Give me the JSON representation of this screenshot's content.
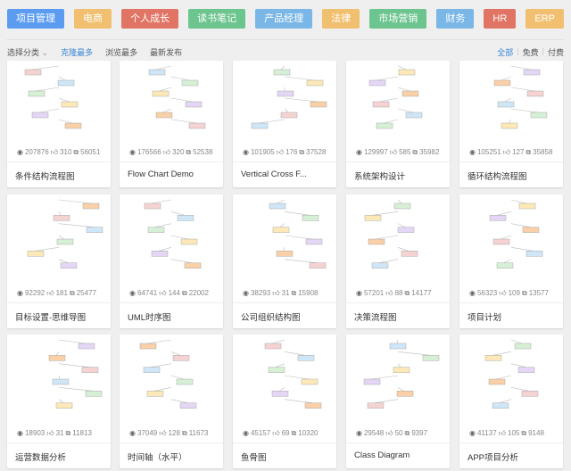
{
  "tags": [
    {
      "label": "项目管理",
      "color": "#5b9cf0"
    },
    {
      "label": "电商",
      "color": "#f0c070"
    },
    {
      "label": "个人成长",
      "color": "#e07565"
    },
    {
      "label": "读书笔记",
      "color": "#6cc48e"
    },
    {
      "label": "产品经理",
      "color": "#7ab6e6"
    },
    {
      "label": "法律",
      "color": "#f0c070"
    },
    {
      "label": "市场营销",
      "color": "#6cc48e"
    },
    {
      "label": "财务",
      "color": "#7ab6e6"
    },
    {
      "label": "HR",
      "color": "#e07565"
    },
    {
      "label": "ERP",
      "color": "#f0c070"
    }
  ],
  "filters": {
    "category": "选择分类",
    "sort": [
      "克隆最多",
      "浏览最多",
      "最新发布"
    ],
    "active_sort": "克隆最多",
    "price": [
      "全部",
      "免费",
      "付费"
    ],
    "active_price": "全部"
  },
  "icons": {
    "views": "eye-icon",
    "likes": "thumbs-up-icon",
    "clones": "copy-icon"
  },
  "cards": [
    {
      "title": "条件结构流程图",
      "views": "207876",
      "likes": "310",
      "clones": "56051"
    },
    {
      "title": "Flow Chart Demo",
      "views": "176566",
      "likes": "320",
      "clones": "52538"
    },
    {
      "title": "Vertical Cross F...",
      "views": "101905",
      "likes": "176",
      "clones": "37528"
    },
    {
      "title": "系统架构设计",
      "views": "129997",
      "likes": "585",
      "clones": "35982"
    },
    {
      "title": "循环结构流程图",
      "views": "105251",
      "likes": "127",
      "clones": "35858"
    },
    {
      "title": "目标设置-思维导图",
      "views": "92292",
      "likes": "181",
      "clones": "25477"
    },
    {
      "title": "UML时序图",
      "views": "64741",
      "likes": "144",
      "clones": "22002"
    },
    {
      "title": "公司组织结构图",
      "views": "38293",
      "likes": "31",
      "clones": "15908"
    },
    {
      "title": "决策流程图",
      "views": "57201",
      "likes": "88",
      "clones": "14177"
    },
    {
      "title": "项目计划",
      "views": "56323",
      "likes": "109",
      "clones": "13577"
    },
    {
      "title": "运营数据分析",
      "views": "18903",
      "likes": "31",
      "clones": "11813"
    },
    {
      "title": "时间轴（水平）",
      "views": "37049",
      "likes": "128",
      "clones": "11673"
    },
    {
      "title": "鱼骨图",
      "views": "45157",
      "likes": "69",
      "clones": "10320"
    },
    {
      "title": "Class Diagram",
      "views": "29548",
      "likes": "50",
      "clones": "9397"
    },
    {
      "title": "APP项目分析",
      "views": "41137",
      "likes": "105",
      "clones": "9148"
    }
  ]
}
